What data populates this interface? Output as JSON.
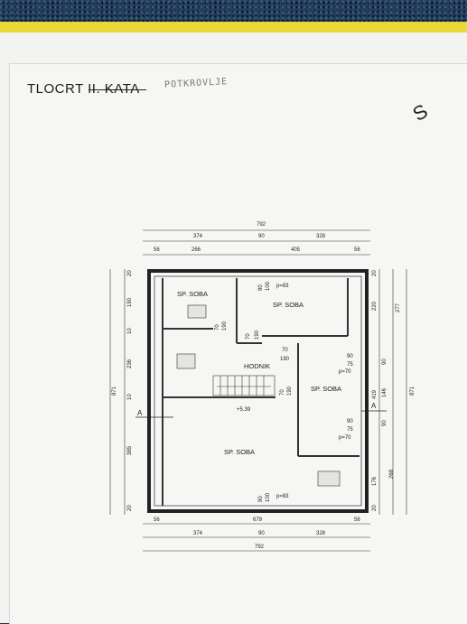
{
  "title": {
    "main": "TLOCRT II. KATA",
    "handwritten": "POTKROVLJE"
  },
  "north_symbol": "S",
  "dimensions": {
    "top_total": "792",
    "top_a": "374",
    "top_b": "90",
    "top_c": "328",
    "top2_a": "56",
    "top2_b": "266",
    "top2_c": "405",
    "top2_d": "56",
    "bottom_a": "56",
    "bottom_b": "679",
    "bottom_c": "56",
    "bottom2_a": "374",
    "bottom2_b": "90",
    "bottom2_c": "328",
    "bottom_total": "792",
    "left_total": "871",
    "left_a": "20",
    "left_b": "190",
    "left_c": "10",
    "left_d": "236",
    "left_e": "10",
    "left_f": "385",
    "left_g": "20",
    "right_total": "871",
    "right_a": "20",
    "right_b": "277",
    "right_c": "220",
    "right_d": "90",
    "right_e": "146",
    "right_f": "419",
    "right_g": "90",
    "right_h": "176",
    "right_i": "268",
    "right_j": "20"
  },
  "rooms": {
    "room1": "SP. SOBA",
    "room2": "SP. SOBA",
    "hall": "HODNIK",
    "room3": "SP. SOBA",
    "room4": "SP. SOBA"
  },
  "openings": {
    "w1_a": "90",
    "w1_b": "100",
    "w1_c": "p=83",
    "d1_a": "70",
    "d1_b": "190",
    "d2_a": "70",
    "d2_b": "190",
    "d3_a": "70",
    "d3_b": "190",
    "d4_a": "70",
    "d4_b": "190",
    "w2_a": "90",
    "w2_b": "75",
    "w2_c": "p=70",
    "w3_a": "90",
    "w3_b": "75",
    "w3_c": "p=70",
    "w4_a": "90",
    "w4_b": "100",
    "w4_c": "p=83",
    "level": "+5.39"
  },
  "section": {
    "left": "A",
    "right": "A"
  }
}
